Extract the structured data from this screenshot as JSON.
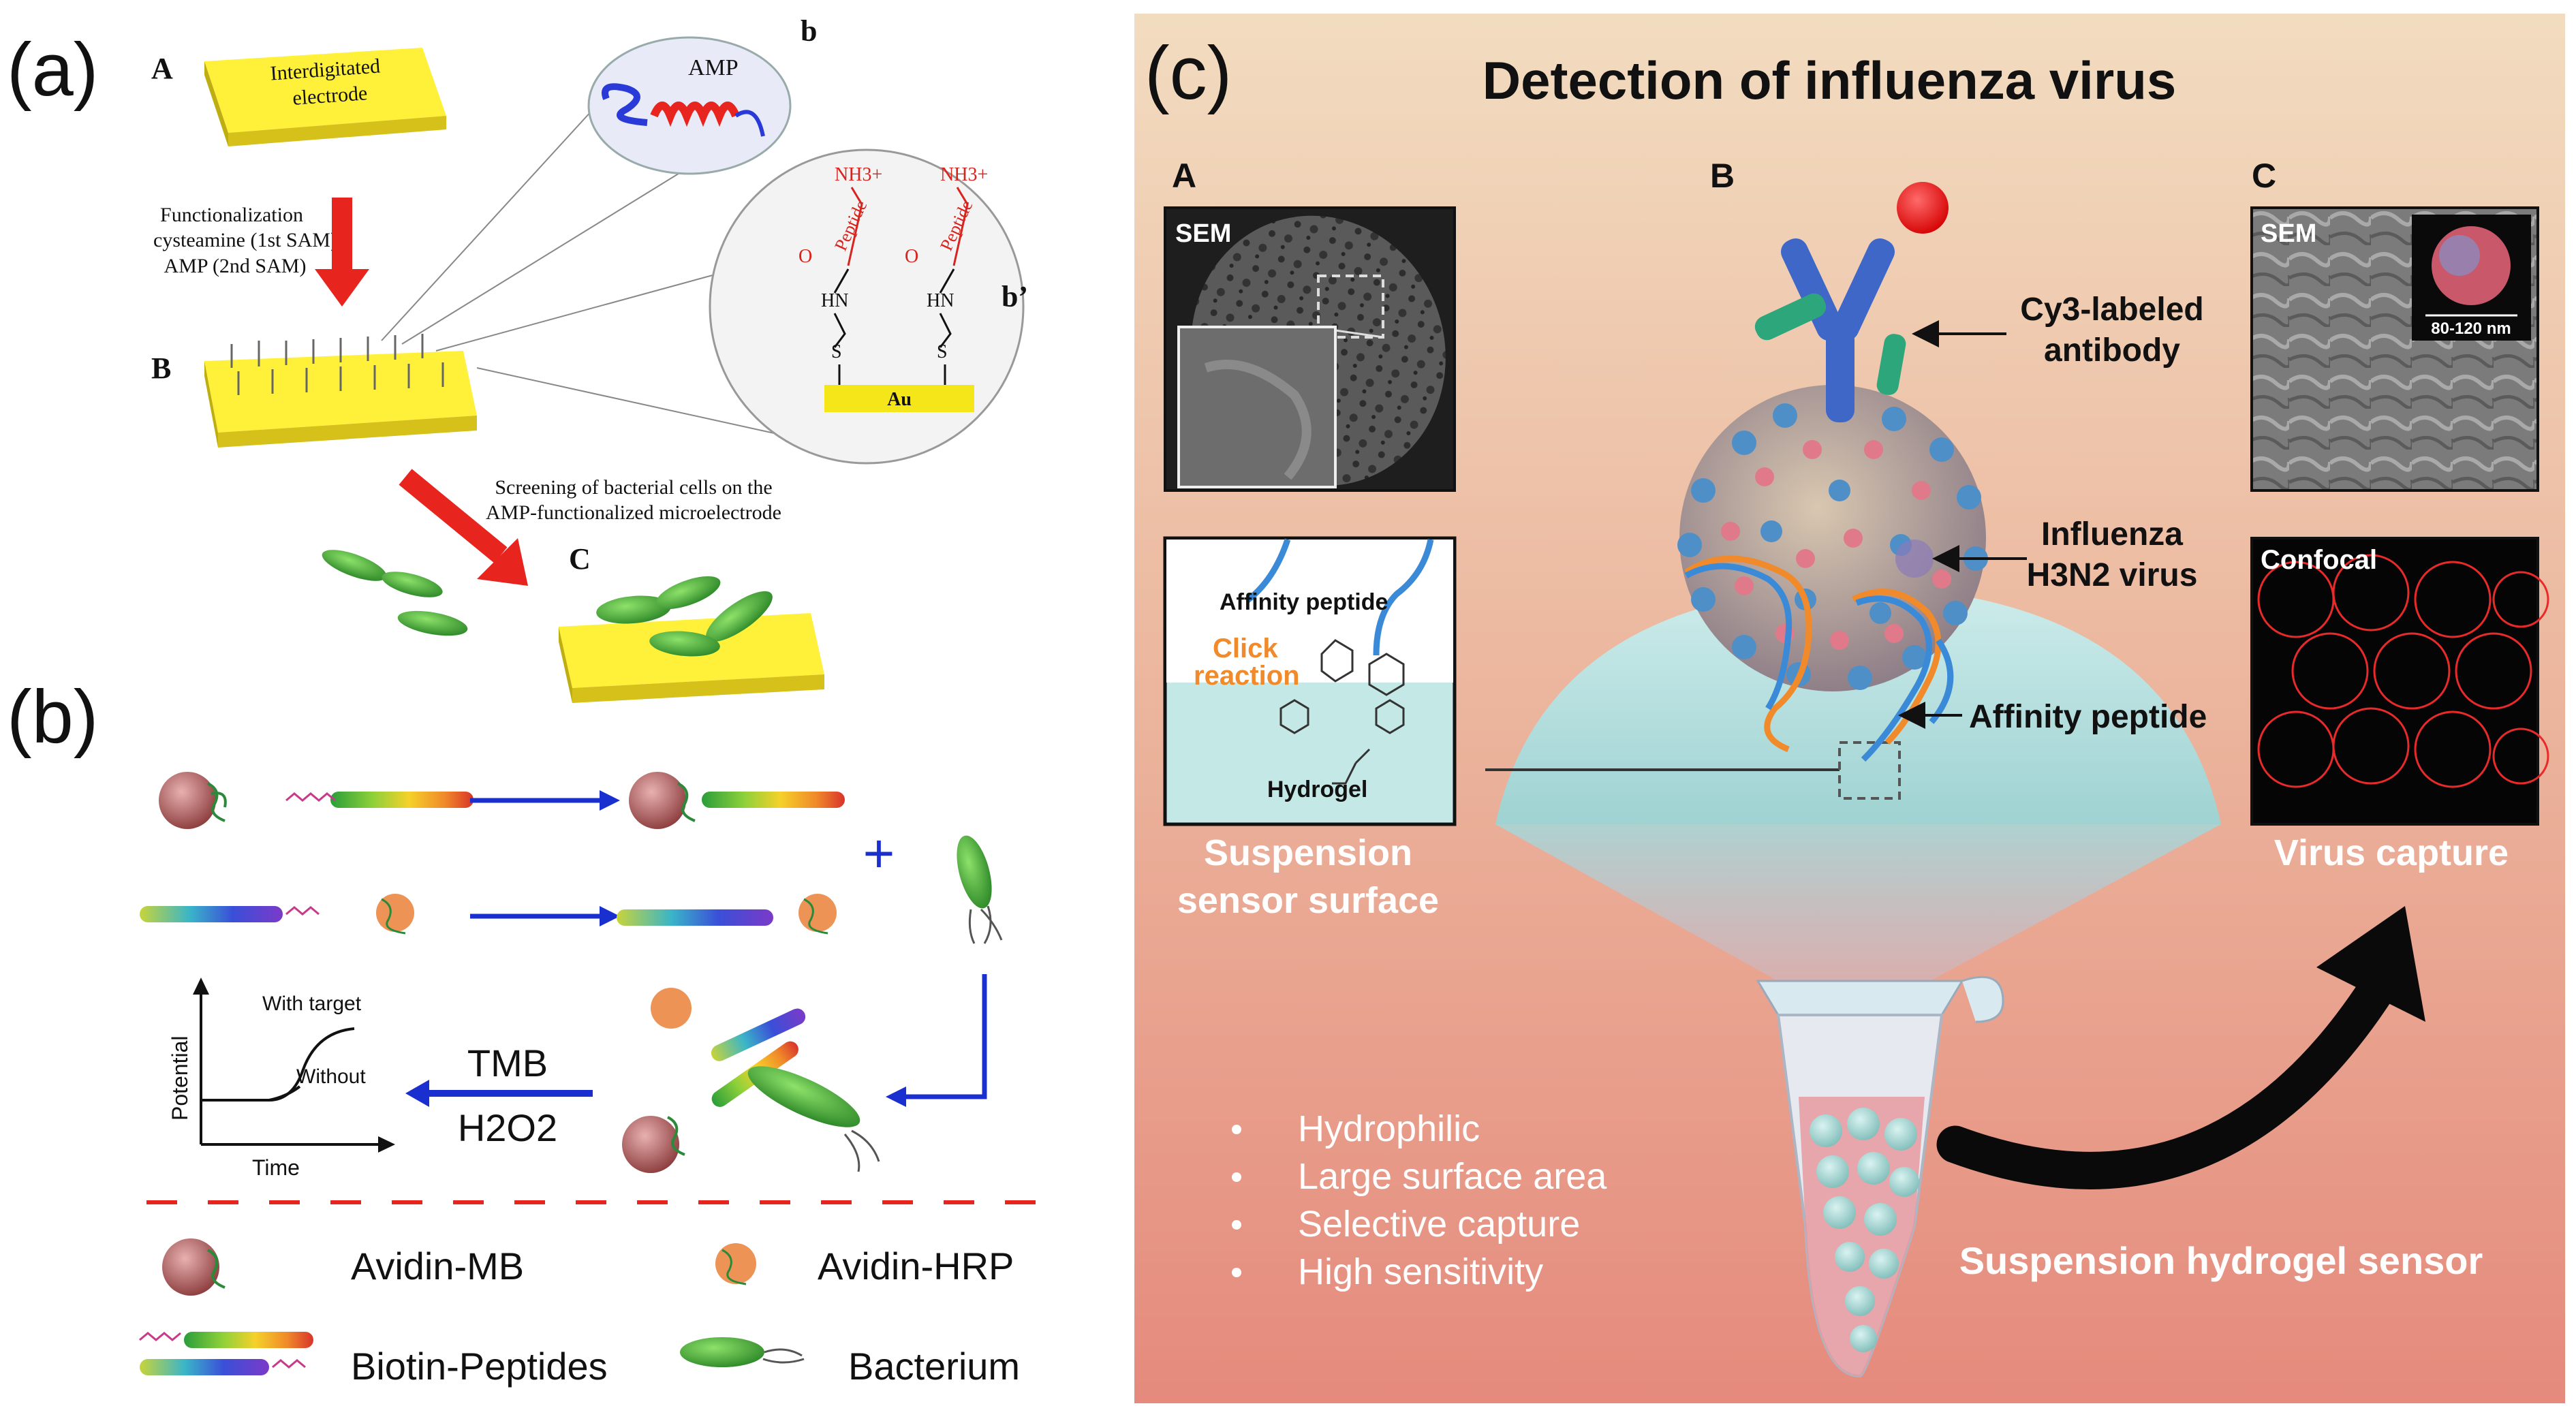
{
  "panel_a": {
    "label": "(a)",
    "step_a": "A",
    "step_b": "B",
    "step_c": "C",
    "electrode_line1": "Interdigitated",
    "electrode_line2": "electrode",
    "func_line1": "Functionalization",
    "func_line2": "cysteamine (1st SAM)",
    "func_line3": "AMP (2nd SAM)",
    "inset_b_label": "b",
    "amp_label": "AMP",
    "inset_b2_label": "b’",
    "nh3": "NH3+",
    "peptide": "Peptide",
    "hn": "HN",
    "o": "O",
    "s": "S",
    "au": "Au",
    "screen_line1": "Screening of bacterial cells on the",
    "screen_line2": "AMP-functionalized microelectrode"
  },
  "panel_b": {
    "label": "(b)",
    "plus": "+",
    "tmb": "TMB",
    "h2o2": "H2O2",
    "with_target": "With target",
    "without": "Without",
    "potential": "Potential",
    "time": "Time",
    "legend": {
      "avidin_mb": "Avidin-MB",
      "avidin_hrp": "Avidin-HRP",
      "biotin_peptides": "Biotin-Peptides",
      "bacterium": "Bacterium"
    }
  },
  "panel_c": {
    "label": "(c)",
    "title": "Detection of influenza virus",
    "sub_a": "A",
    "sub_b": "B",
    "sub_c": "C",
    "sem_a": "SEM",
    "sem_c": "SEM",
    "scale": "80-120 nm",
    "confocal": "Confocal",
    "affinity_peptide_inset": "Affinity peptide",
    "click_line1": "Click",
    "click_line2": "reaction",
    "hydrogel": "Hydrogel",
    "suspension_line1": "Suspension",
    "suspension_line2": "sensor surface",
    "virus_capture": "Virus capture",
    "cy3_line1": "Cy3-labeled",
    "cy3_line2": "antibody",
    "influenza_line1": "Influenza",
    "influenza_line2": "H3N2 virus",
    "affinity_peptide": "Affinity peptide",
    "bullets": [
      "Hydrophilic",
      "Large surface area",
      "Selective capture",
      "High sensitivity"
    ],
    "sensor_name": "Suspension hydrogel sensor",
    "colors": {
      "bg_top": "#f2dcc0",
      "bg_bottom": "#e58a7c",
      "dome": "#bfe3e3",
      "white_text": "#ffffff",
      "click_orange": "#f08a2a"
    }
  }
}
